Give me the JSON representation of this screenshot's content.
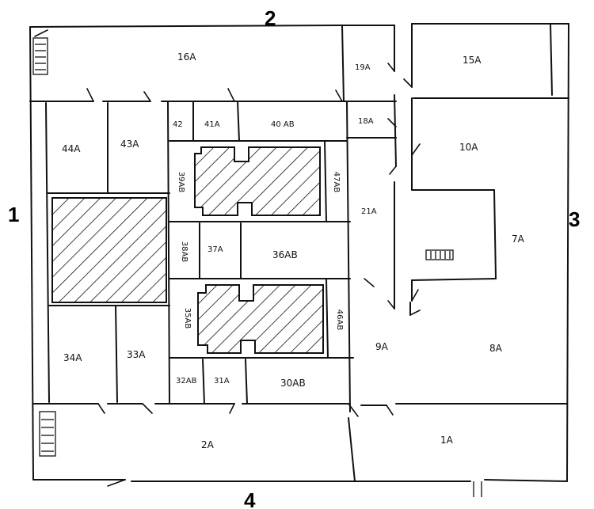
{
  "sides": {
    "north": "2",
    "west": "1",
    "east": "3",
    "south": "4"
  },
  "rooms": {
    "r16a": "16A",
    "r19a": "19A",
    "r15a": "15A",
    "r42": "42",
    "r41a": "41A",
    "r40ab": "40 AB",
    "r18a": "18A",
    "r44a": "44A",
    "r43a": "43A",
    "r10a": "10A",
    "r39ab": "39AB",
    "r47ab": "47AB",
    "r21a": "21A",
    "r38ab": "38AB",
    "r37a": "37A",
    "r36ab": "36AB",
    "r7a": "7A",
    "r35ab": "35AB",
    "r46ab": "46AB",
    "r34a": "34A",
    "r33a": "33A",
    "r9a": "9A",
    "r8a": "8A",
    "r32ab": "32AB",
    "r31a": "31A",
    "r30ab": "30AB",
    "r2a": "2A",
    "r1a": "1A"
  }
}
